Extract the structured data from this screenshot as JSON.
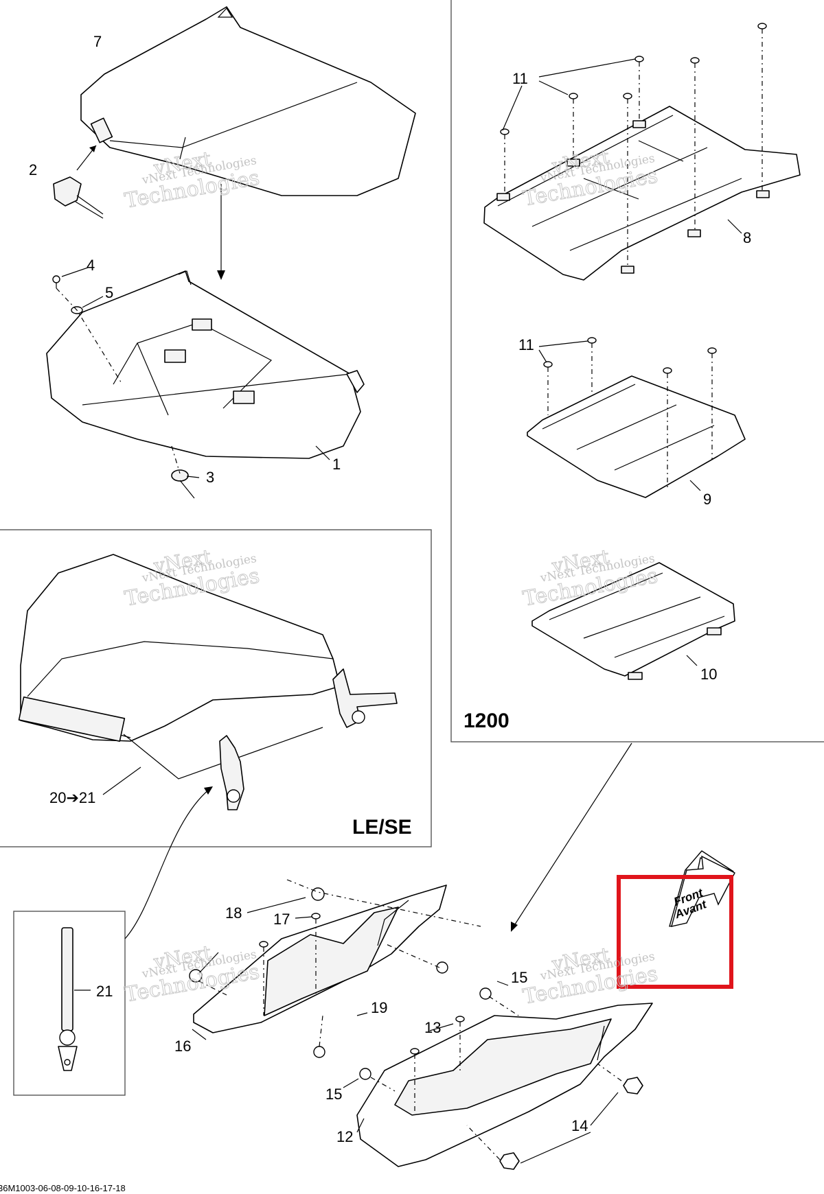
{
  "diagram": {
    "watermark": {
      "line1": "vNext",
      "line2": "vNext Technologies",
      "line3": "Technologies"
    },
    "callouts": {
      "c1": "1",
      "c2": "2",
      "c3": "3",
      "c4": "4",
      "c5": "5",
      "c6": "7",
      "c7": "8",
      "c8": "9",
      "c9": "10",
      "c10": "11",
      "c11": "11",
      "c12": "12",
      "c13": "13",
      "c14": "14",
      "c15": "15",
      "c16": "15",
      "c17": "16",
      "c18": "17",
      "c19": "18",
      "c20": "19",
      "c21": "20➔21",
      "c22": "21"
    },
    "boxes": {
      "right_box_label": "1200",
      "middle_box_label": "LE/SE"
    },
    "front_decal": {
      "line1": "Front",
      "line2": "Avant"
    },
    "sheet_number": "36M1003-06-08-09-10-16-17-18",
    "highlight_color": "#e0141b"
  }
}
